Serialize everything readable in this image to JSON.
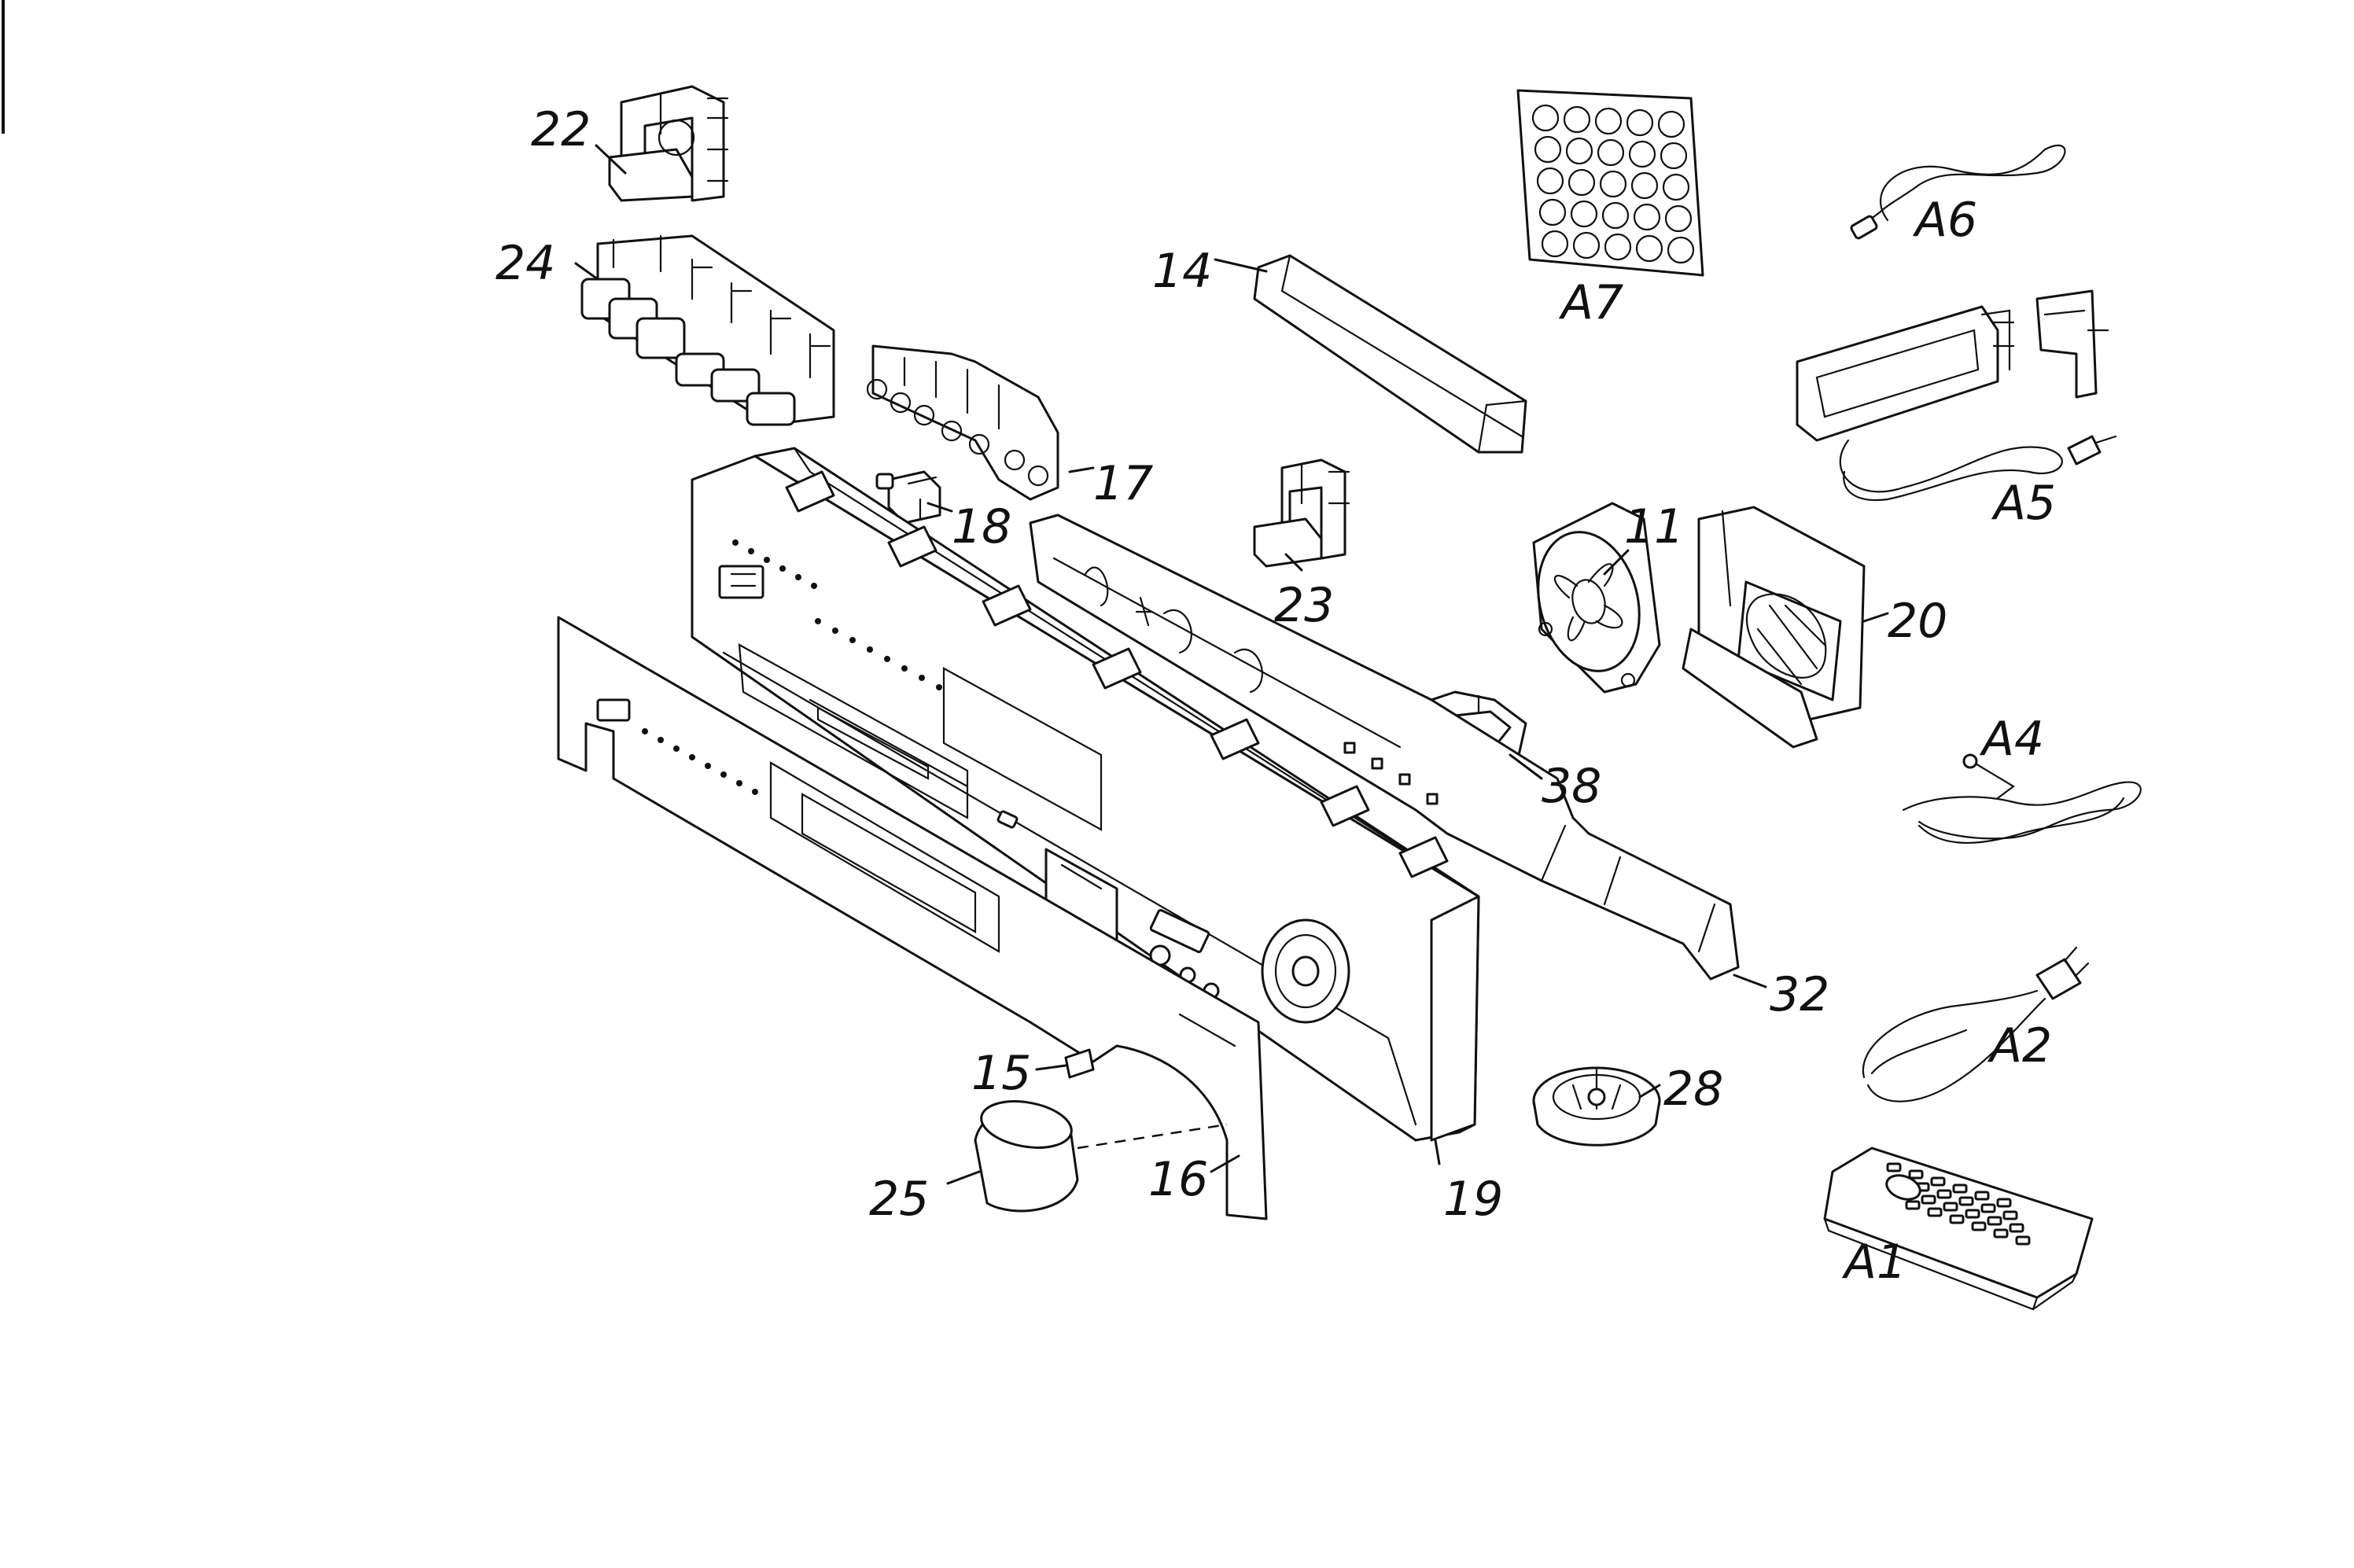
{
  "labels": {
    "p22": "22",
    "p24": "24",
    "p14": "14",
    "pA7": "A7",
    "pA6": "A6",
    "p17": "17",
    "p18": "18",
    "p23": "23",
    "p11": "11",
    "p20": "20",
    "pA5": "A5",
    "pA4": "A4",
    "p38": "38",
    "p32": "32",
    "p28": "28",
    "pA2": "A2",
    "p15": "15",
    "p25": "25",
    "p16": "16",
    "p19": "19",
    "pA1": "A1"
  }
}
